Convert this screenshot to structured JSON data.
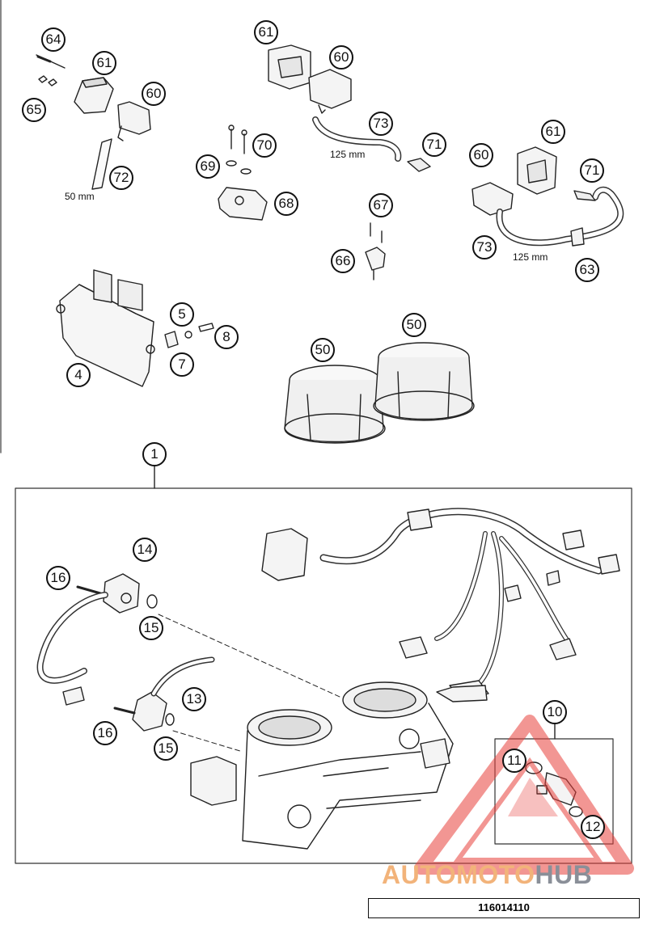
{
  "callouts": {
    "c64": "64",
    "c65": "65",
    "c61a": "61",
    "c60a": "60",
    "c72": "72",
    "c61b": "61",
    "c60b": "60",
    "c73a": "73",
    "c71a": "71",
    "c70": "70",
    "c69": "69",
    "c68": "68",
    "c67": "67",
    "c66": "66",
    "c61c": "61",
    "c60c": "60",
    "c71b": "71",
    "c73b": "73",
    "c63": "63",
    "c5": "5",
    "c8": "8",
    "c7": "7",
    "c4": "4",
    "c50a": "50",
    "c50b": "50",
    "c1": "1",
    "c14": "14",
    "c16a": "16",
    "c15a": "15",
    "c13": "13",
    "c16b": "16",
    "c15b": "15",
    "c10": "10",
    "c11": "11",
    "c12": "12"
  },
  "dimensions": {
    "hose_72": "50 mm",
    "hose_73a": "125 mm",
    "hose_73b": "125 mm"
  },
  "part_code": "116014110",
  "watermark": {
    "part_a": "AUTOMOTO",
    "part_b": "HUB"
  },
  "colors": {
    "line": "#111111",
    "watermark_red": "#e8413c",
    "watermark_orange": "#f2b37a",
    "watermark_gray": "#8a8f98"
  }
}
